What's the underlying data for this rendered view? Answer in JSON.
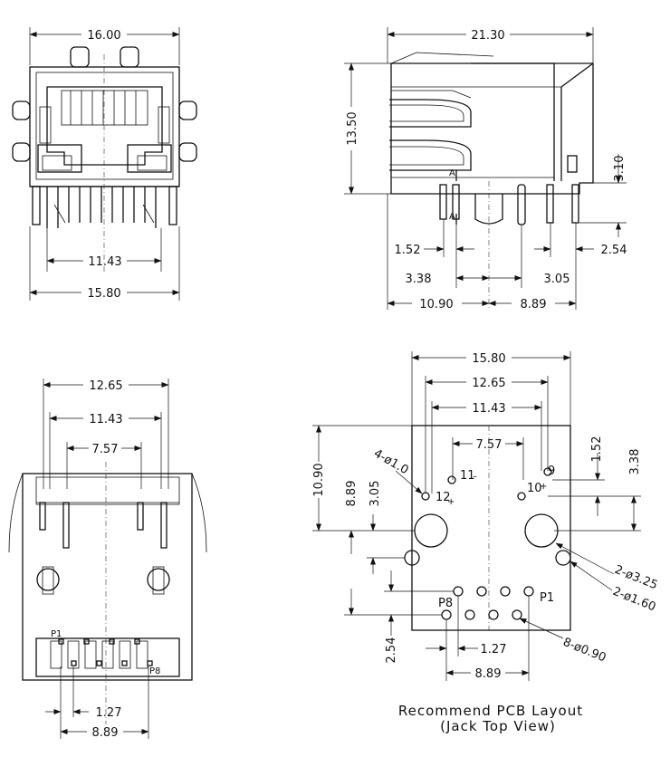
{
  "front_view": {
    "overall_width": "16.00",
    "pin_span_outer": "15.80",
    "pin_span_inner": "11.43"
  },
  "side_view": {
    "length": "21.30",
    "height": "13.50",
    "post_height": "3.10",
    "dim_152": "1.52",
    "dim_254": "2.54",
    "dim_338": "3.38",
    "dim_305": "3.05",
    "dim_1090": "10.90",
    "dim_889": "8.89",
    "section_mark": "A"
  },
  "bottom_view": {
    "dim_1265": "12.65",
    "dim_1143": "11.43",
    "dim_757": "7.57",
    "dim_127": "1.27",
    "dim_889": "8.89",
    "pin1_label": "P1",
    "pin8_label": "P8"
  },
  "pcb_layout": {
    "dim_1580": "15.80",
    "dim_1265": "12.65",
    "dim_1143": "11.43",
    "dim_757": "7.57",
    "dim_152": "1.52",
    "dim_338": "3.38",
    "dim_1090": "10.90",
    "dim_889v": "8.89",
    "dim_305": "3.05",
    "dim_254": "2.54",
    "dim_127": "1.27",
    "dim_889h": "8.89",
    "hole_4_phi10": "4-ø1.0",
    "hole_2_phi325": "2-ø3.25",
    "hole_2_phi160": "2-ø1.60",
    "hole_8_phi090": "8-ø0.90",
    "pin9": "9",
    "pin10": "10",
    "pin11": "11",
    "pin12": "12",
    "p1": "P1",
    "p8": "P8"
  },
  "caption": {
    "line1": "Recommend PCB Layout",
    "line2": "(Jack Top View)"
  }
}
